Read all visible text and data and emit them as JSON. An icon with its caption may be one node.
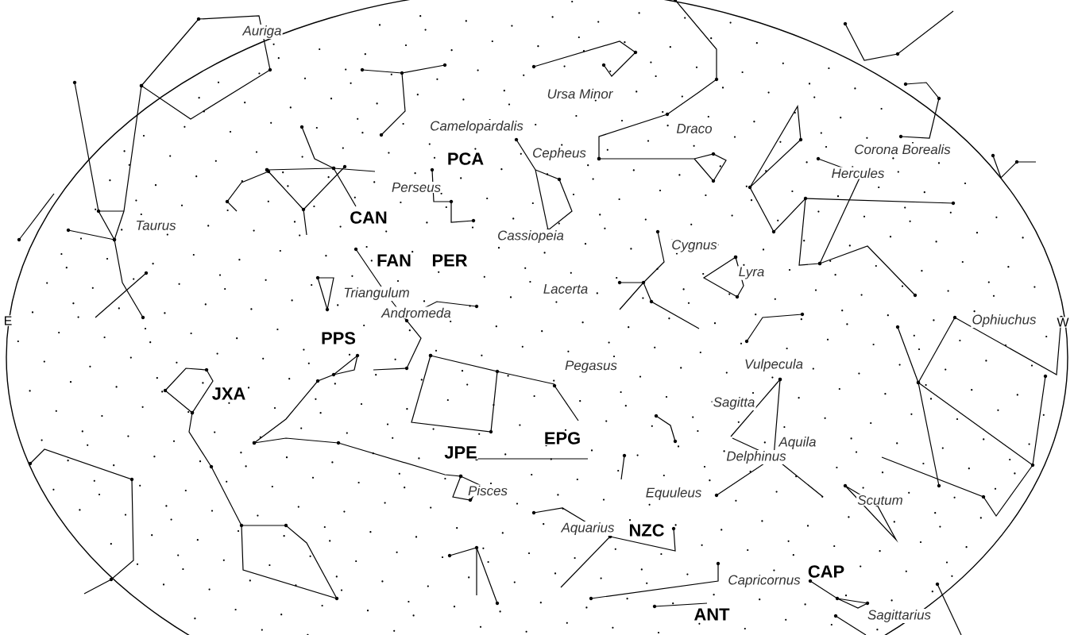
{
  "diagram": {
    "labels": [
      "Auriga",
      "Ursa Minor",
      "Camelopardalis",
      "Draco",
      "PCA",
      "Cepheus",
      "Corona Borealis",
      "Hercules",
      "Perseus",
      "CAN",
      "Taurus",
      "Cassiopeia",
      "Cygnus",
      "FAN",
      "PER",
      "Lyra",
      "Lacerta",
      "Triangulum",
      "E",
      "Andromeda",
      "Ophiuchus",
      "W",
      "PPS",
      "Pegasus",
      "Vulpecula",
      "JXA",
      "Sagitta",
      "EPG",
      "Aquila",
      "JPE",
      "Delphinus",
      "Pisces",
      "Equuleus",
      "Scutum",
      "Aquarius",
      "NZC",
      "CAP",
      "Capricornus",
      "ANT",
      "Sagittarius"
    ]
  }
}
